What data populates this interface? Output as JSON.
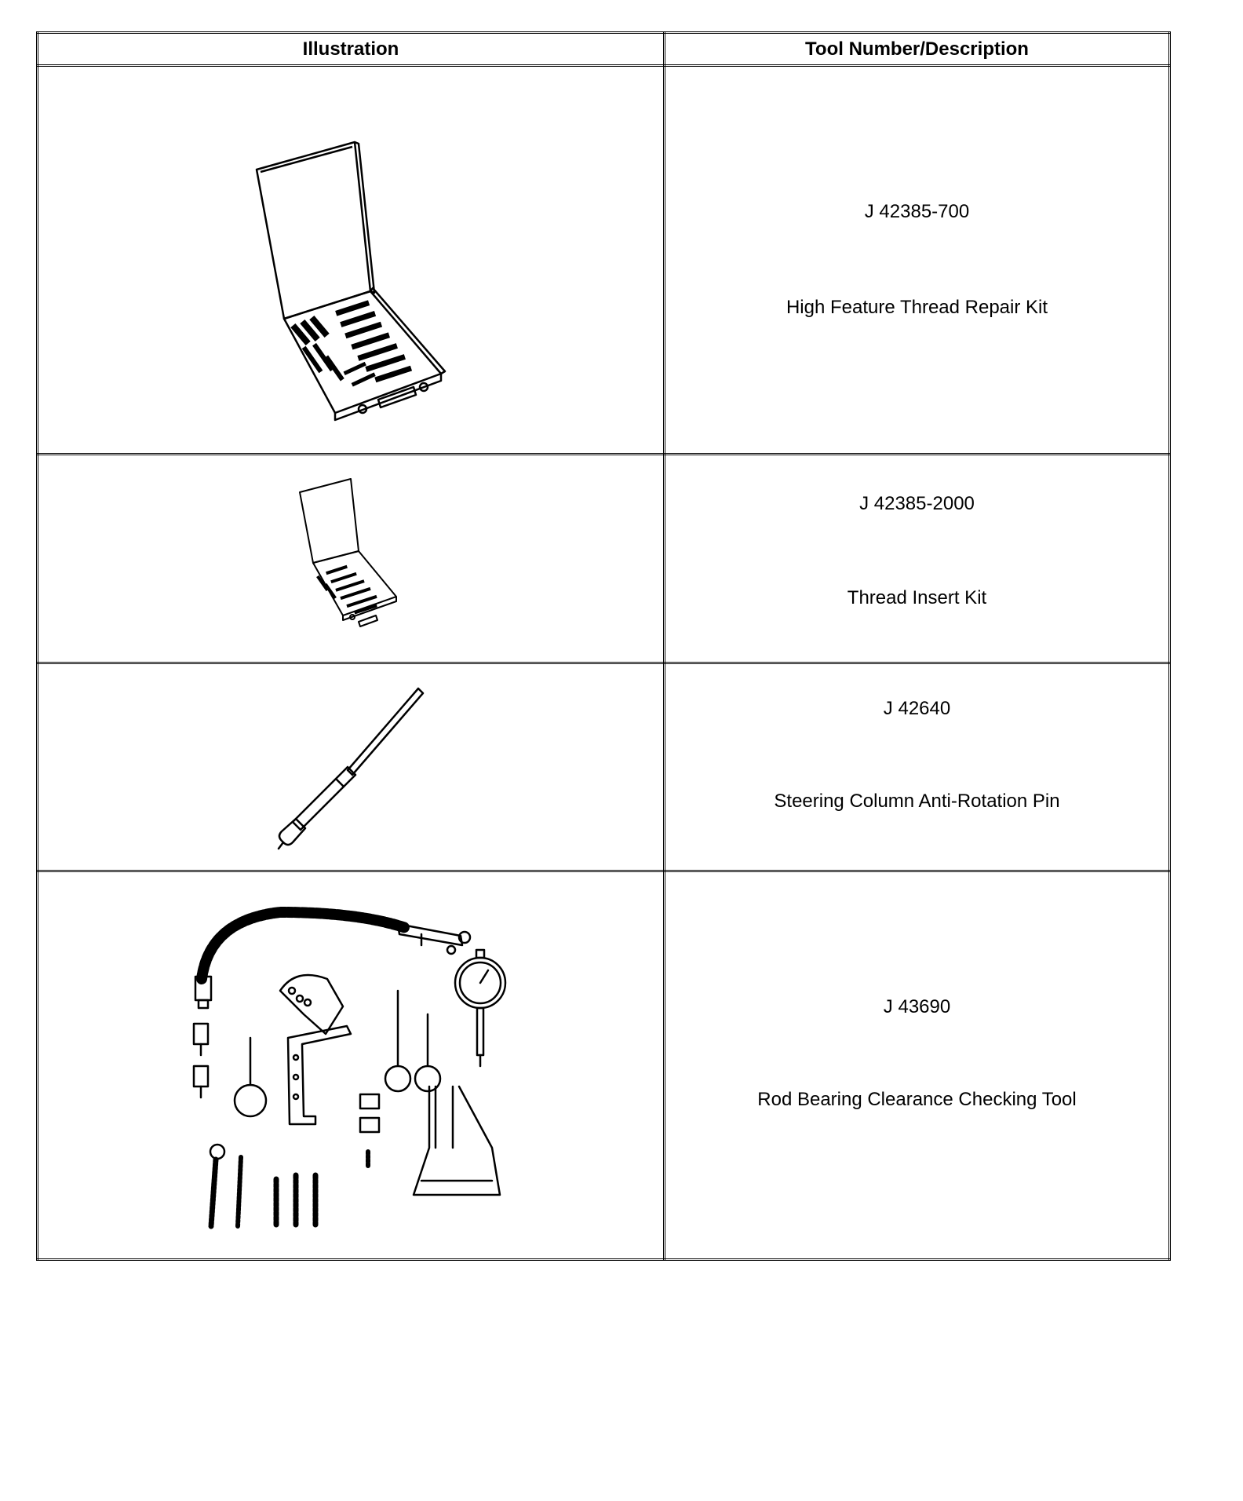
{
  "table": {
    "headers": {
      "illustration": "Illustration",
      "tool": "Tool Number/Description"
    },
    "rows": [
      {
        "tool_number": "J 42385-700",
        "description": "High Feature Thread Repair Kit",
        "illustration": "thread-repair-kit-case-icon"
      },
      {
        "tool_number": "J 42385-2000",
        "description": "Thread Insert Kit",
        "illustration": "thread-insert-kit-case-icon"
      },
      {
        "tool_number": "J 42640",
        "description": "Steering Column Anti-Rotation Pin",
        "illustration": "anti-rotation-pin-icon"
      },
      {
        "tool_number": "J 43690",
        "description": "Rod Bearing Clearance Checking Tool",
        "illustration": "rod-bearing-checking-tool-icon"
      }
    ]
  }
}
